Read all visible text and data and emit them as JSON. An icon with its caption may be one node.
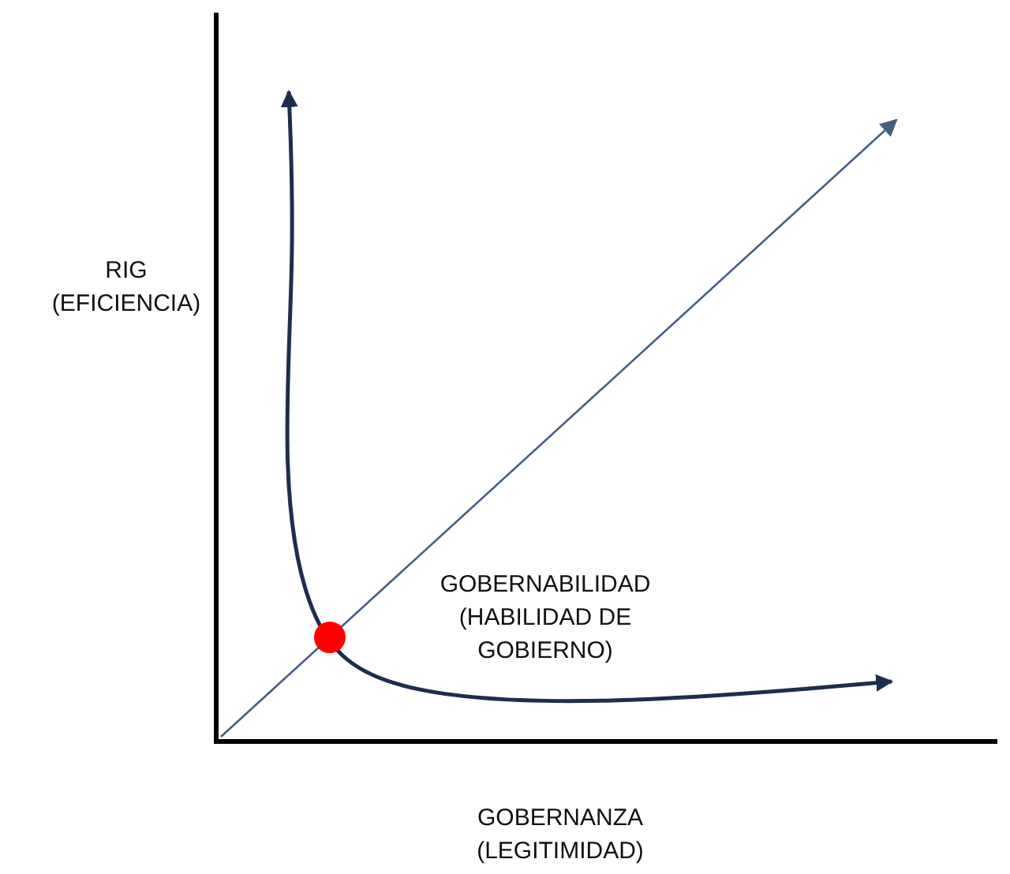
{
  "diagram": {
    "labels": [
      "RIG (EFICIENCIA)",
      "GOBERNABILIDAD (HABILIDAD DE GOBIERNO)",
      "GOBERNANZA (LEGITIMIDAD)"
    ]
  }
}
